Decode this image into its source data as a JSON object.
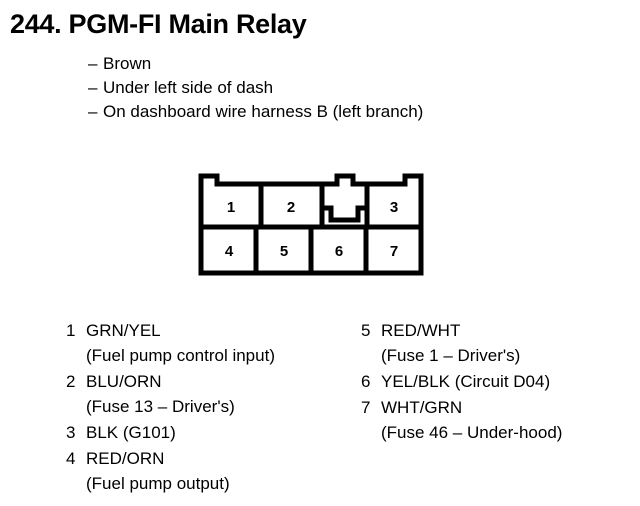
{
  "header": {
    "entry_number": "244.",
    "title": "244. PGM-FI Main Relay"
  },
  "description": {
    "bullet_glyph": "–",
    "items": [
      {
        "text": "Brown"
      },
      {
        "text": "Under left side of dash"
      },
      {
        "text": "On dashboard wire harness B (left branch)"
      }
    ]
  },
  "connector": {
    "name": "7-pin connector face view",
    "top_row": [
      {
        "number": "1"
      },
      {
        "number": "2"
      },
      {
        "number": "3"
      }
    ],
    "bottom_row": [
      {
        "number": "4"
      },
      {
        "number": "5"
      },
      {
        "number": "6"
      },
      {
        "number": "7"
      }
    ],
    "stroke_color": "#000000",
    "fill_color": "#ffffff"
  },
  "legend": {
    "left_column": [
      {
        "number": "1",
        "wire": "GRN/YEL",
        "note": "(Fuel pump control input)"
      },
      {
        "number": "2",
        "wire": "BLU/ORN",
        "note": "(Fuse 13 – Driver's)"
      },
      {
        "number": "3",
        "wire": "BLK (G101)",
        "note": ""
      },
      {
        "number": "4",
        "wire": "RED/ORN",
        "note": "(Fuel pump output)"
      }
    ],
    "right_column": [
      {
        "number": "5",
        "wire": "RED/WHT",
        "note": "(Fuse 1 – Driver's)"
      },
      {
        "number": "6",
        "wire": "YEL/BLK (Circuit D04)",
        "note": ""
      },
      {
        "number": "7",
        "wire": "WHT/GRN",
        "note": "(Fuse 46 – Under-hood)"
      }
    ]
  }
}
